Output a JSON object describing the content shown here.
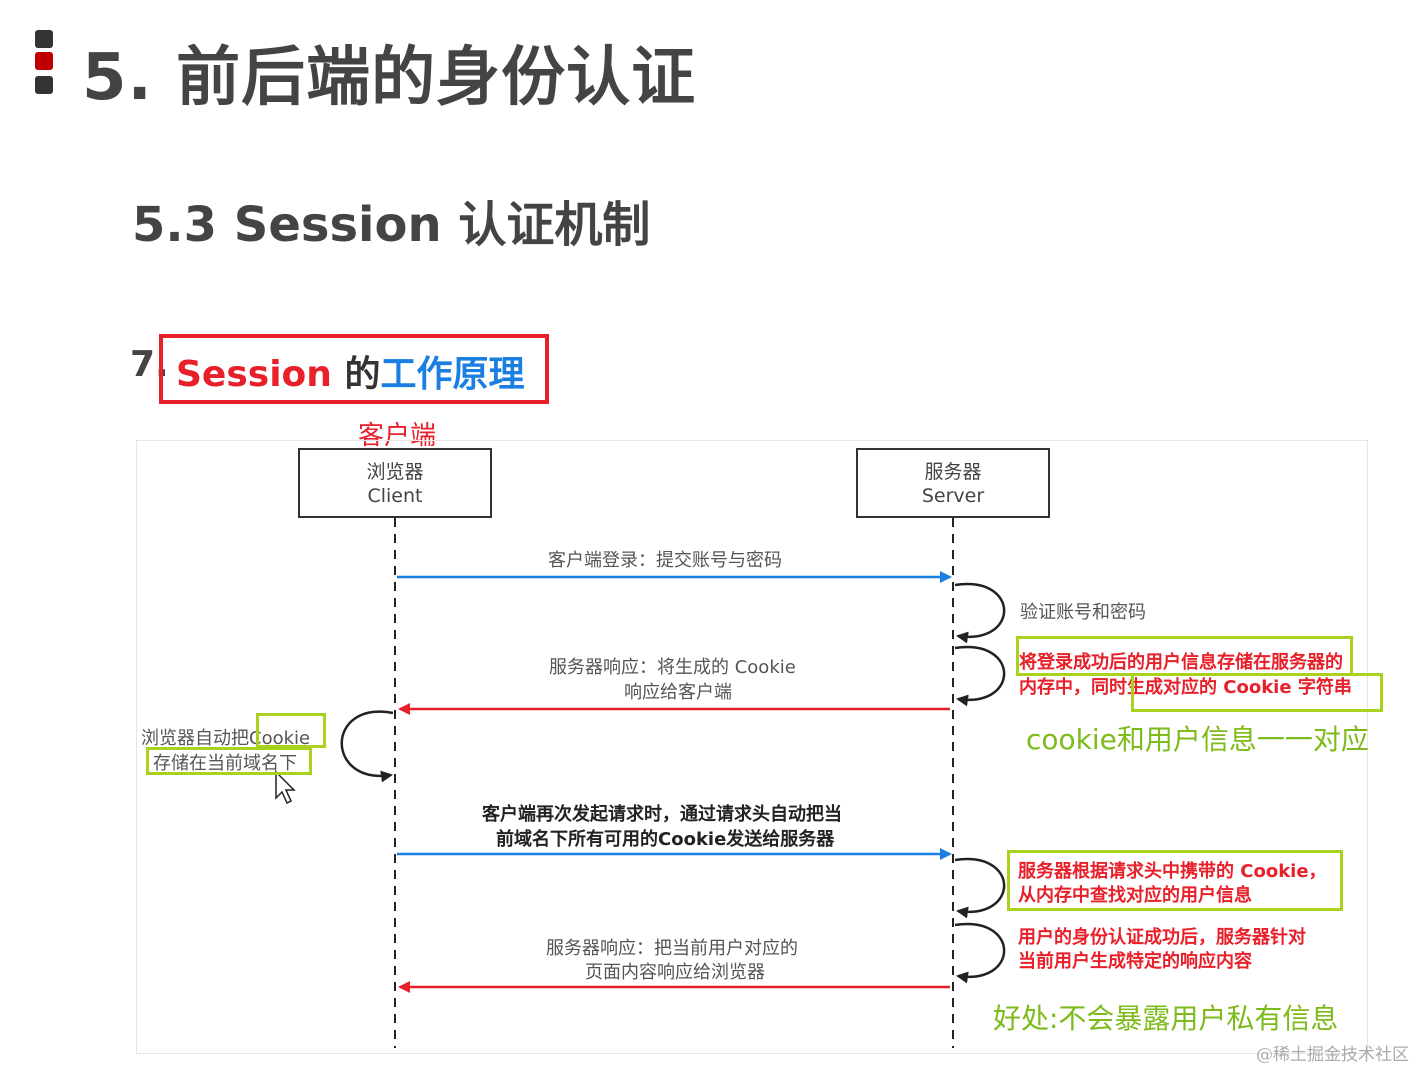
{
  "title": "5. 前后端的身份认证",
  "subtitle": "5.3 Session 认证机制",
  "section": {
    "number": "7.",
    "session_word": "Session",
    "de_word": " 的",
    "principle_word": "工作原理"
  },
  "annotations": {
    "client_label": "客户端",
    "cookie_map": "cookie和用户信息一一对应",
    "benefit": "好处:不会暴露用户私有信息"
  },
  "diagram": {
    "client": {
      "line1": "浏览器",
      "line2": "Client"
    },
    "server": {
      "line1": "服务器",
      "line2": "Server"
    },
    "msg1": "客户端登录：提交账号与密码",
    "self1": "验证账号和密码",
    "self2_line1": "将登录成功后的用户信息存储在服务器的",
    "self2_line2": "内存中，同时生成对应的 Cookie 字符串",
    "msg2_line1": "服务器响应：将生成的 Cookie",
    "msg2_line2": "响应给客户端",
    "client_self_line1": "浏览器自动把Cookie",
    "client_self_line2": "存储在当前域名下",
    "msg3_line1": "客户端再次发起请求时，通过请求头自动把当",
    "msg3_line2": "前域名下所有可用的Cookie发送给服务器",
    "self3_line1": "服务器根据请求头中携带的 Cookie，",
    "self3_line2": "从内存中查找对应的用户信息",
    "self4_line1": "用户的身份认证成功后，服务器针对",
    "self4_line2": "当前用户生成特定的响应内容",
    "msg4_line1": "服务器响应：把当前用户对应的",
    "msg4_line2": "页面内容响应给浏览器"
  },
  "watermark": "@稀土掘金技术社区",
  "colors": {
    "accent_red": "#e8202a",
    "accent_blue": "#1a7fe0",
    "highlight_green": "#a8d21e",
    "text_green": "#7dbb1a"
  }
}
